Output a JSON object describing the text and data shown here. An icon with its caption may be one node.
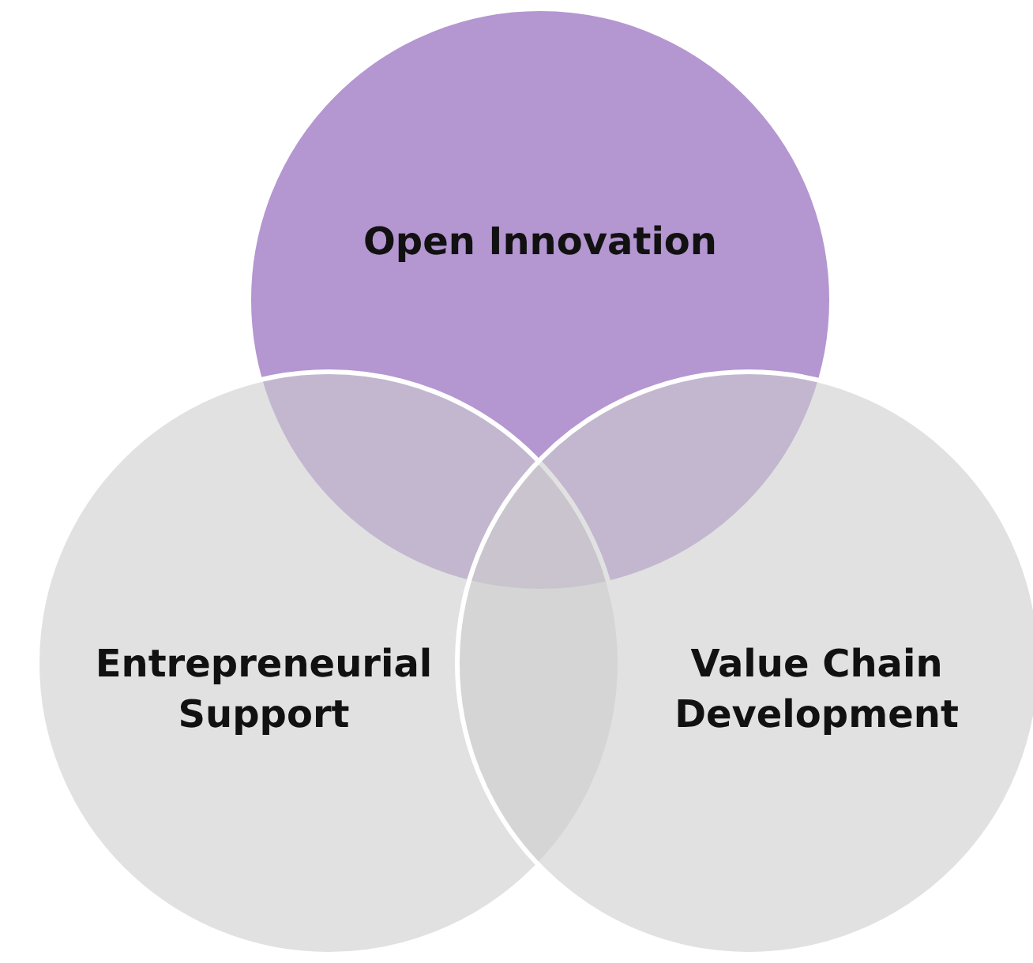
{
  "diagram": {
    "nodes": [
      {
        "text": [
          "Open Innovation"
        ]
      },
      {
        "text": [
          "Entrepreneurial Support"
        ]
      },
      {
        "text": [
          "Value Chain Development"
        ]
      }
    ]
  }
}
